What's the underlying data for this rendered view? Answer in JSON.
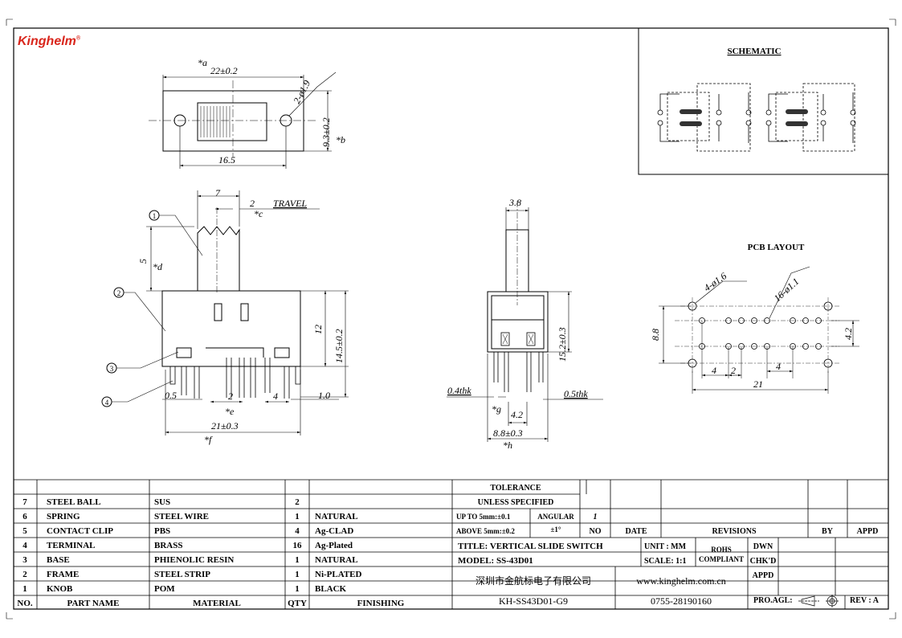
{
  "brand": {
    "logo": "Kinghelm",
    "reg": "®",
    "color": "#d9261c"
  },
  "schematic": {
    "title": "SCHEMATIC"
  },
  "pcb": {
    "title": "PCB LAYOUT",
    "dims": {
      "d1": "4-ø1.6",
      "d2": "16-ø1.1",
      "d3": "8.8",
      "d4": "4.2",
      "d5": "4",
      "d6": "2",
      "d7": "4",
      "d8": "21"
    }
  },
  "top_view": {
    "d1": "*a",
    "d2": "22±0.2",
    "d3": "2-ø1.9",
    "d4": "9.3±0.2",
    "d5": "*b",
    "d6": "16.5"
  },
  "front_view": {
    "d1": "7",
    "d2": "2",
    "d3": "TRAVEL",
    "d4": "*c",
    "d5": "5",
    "d6": "*d",
    "d7": "12",
    "d8": "14.5±0.2",
    "d9": "0.5",
    "d10": "2",
    "d11": "4",
    "d12": "1.0",
    "d13": "*e",
    "d14": "21±0.3",
    "d15": "*f",
    "balloons": [
      "1",
      "2",
      "3",
      "4"
    ]
  },
  "side_view": {
    "d1": "3.8",
    "d2": "15.2±0.3",
    "d3": "0.4thk",
    "d4": "0.5thk",
    "d5": "*g",
    "d6": "4.2",
    "d7": "8.8±0.3",
    "d8": "*h"
  },
  "bom": {
    "headers": [
      "NO.",
      "PART NAME",
      "MATERIAL",
      "QTY",
      "FINISHING"
    ],
    "rows": [
      [
        "7",
        "STEEL BALL",
        "SUS",
        "2",
        ""
      ],
      [
        "6",
        "SPRING",
        "STEEL WIRE",
        "1",
        "NATURAL"
      ],
      [
        "5",
        "CONTACT CLIP",
        "PBS",
        "4",
        "Ag-CLAD"
      ],
      [
        "4",
        "TERMINAL",
        "BRASS",
        "16",
        "Ag-Plated"
      ],
      [
        "3",
        "BASE",
        "PHIENOLIC RESIN",
        "1",
        "NATURAL"
      ],
      [
        "2",
        "FRAME",
        "STEEL STRIP",
        "1",
        "Ni-PLATED"
      ],
      [
        "1",
        "KNOB",
        "POM",
        "1",
        "BLACK"
      ]
    ]
  },
  "title_block": {
    "tolerance": "TOLERANCE",
    "unless": "UNLESS  SPECIFIED",
    "up_to": "UP TO 5mm:±0.1",
    "above": "ABOVE 5mm:±0.2",
    "angular": "ANGULAR",
    "angular_val": "±1°",
    "rev_num": "1",
    "no": "NO",
    "date": "DATE",
    "revisions": "REVISIONS",
    "by": "BY",
    "appd": "APPD",
    "title": "TITLE: VERTICAL SLIDE SWITCH",
    "unit": "UNIT : MM",
    "rohs1": "ROHS",
    "rohs2": "COMPLIANT",
    "dwn": "DWN",
    "model": "MODEL: SS-43D01",
    "scale": "SCALE:  1:1",
    "chkd": "CHK'D",
    "company": "深圳市金航标电子有限公司",
    "website": "www.kinghelm.com.cn",
    "appd2": "APPD",
    "part_no": "KH-SS43D01-G9",
    "phone": "0755-28190160",
    "proj": "PRO.AGL:",
    "rev": "REV : A"
  }
}
